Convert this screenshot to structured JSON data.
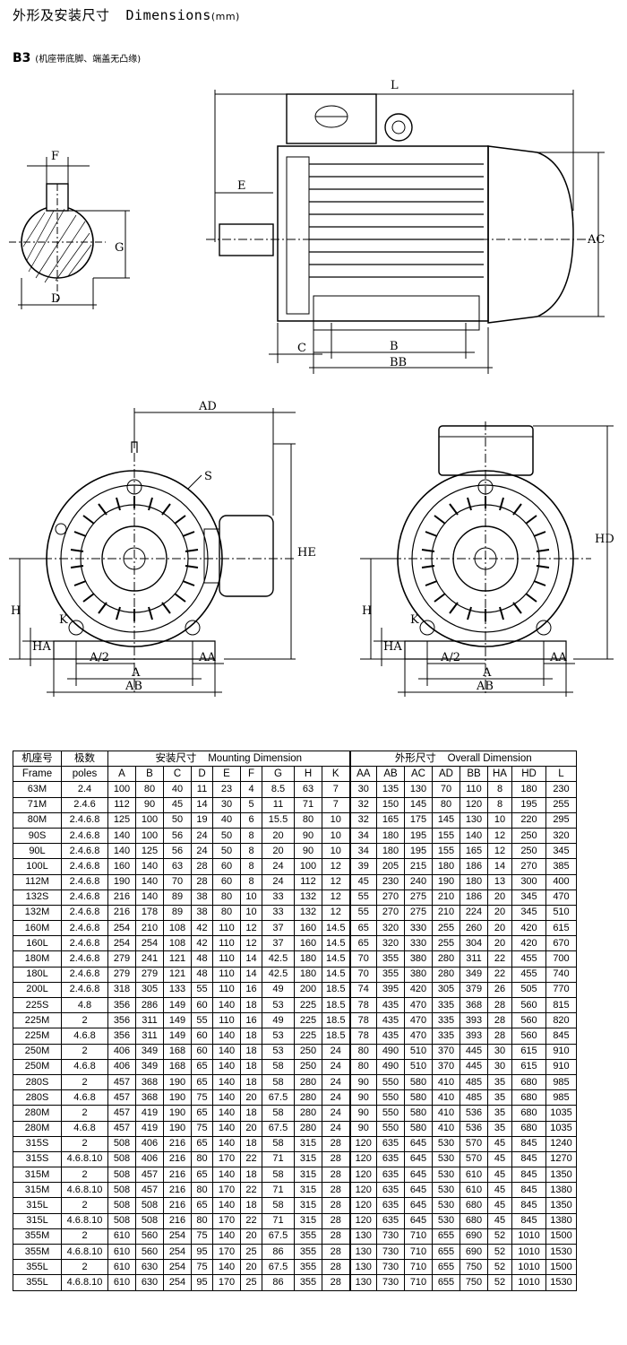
{
  "header": {
    "title_cn": "外形及安装尺寸",
    "title_en": "Dimensions",
    "unit": "(mm)"
  },
  "section": {
    "label": "B3",
    "note": "(机座带底脚、端盖无凸缘)"
  },
  "drawing_labels": {
    "shaft": [
      "F",
      "G",
      "D"
    ],
    "side": [
      "L",
      "E",
      "AC",
      "C",
      "B",
      "BB"
    ],
    "front_left": [
      "AD",
      "HE",
      "H",
      "K",
      "HA",
      "A/2",
      "AA",
      "A",
      "AB",
      "S"
    ],
    "front_right": [
      "HD",
      "H",
      "K",
      "HA",
      "A/2",
      "AA",
      "A",
      "AB"
    ]
  },
  "table": {
    "group_headers": {
      "frame_cn": "机座号",
      "poles_cn": "极数",
      "mounting_cn": "安装尺寸",
      "mounting_en": "Mounting Dimension",
      "overall_cn": "外形尺寸",
      "overall_en": "Overall Dimension",
      "frame_en": "Frame",
      "poles_en": "poles"
    },
    "columns": [
      "A",
      "B",
      "C",
      "D",
      "E",
      "F",
      "G",
      "H",
      "K",
      "AA",
      "AB",
      "AC",
      "AD",
      "BB",
      "HA",
      "HD",
      "L"
    ],
    "rows": [
      [
        "63M",
        "2.4",
        "100",
        "80",
        "40",
        "11",
        "23",
        "4",
        "8.5",
        "63",
        "7",
        "30",
        "135",
        "130",
        "70",
        "110",
        "8",
        "180",
        "230"
      ],
      [
        "71M",
        "2.4.6",
        "112",
        "90",
        "45",
        "14",
        "30",
        "5",
        "11",
        "71",
        "7",
        "32",
        "150",
        "145",
        "80",
        "120",
        "8",
        "195",
        "255"
      ],
      [
        "80M",
        "2.4.6.8",
        "125",
        "100",
        "50",
        "19",
        "40",
        "6",
        "15.5",
        "80",
        "10",
        "32",
        "165",
        "175",
        "145",
        "130",
        "10",
        "220",
        "295"
      ],
      [
        "90S",
        "2.4.6.8",
        "140",
        "100",
        "56",
        "24",
        "50",
        "8",
        "20",
        "90",
        "10",
        "34",
        "180",
        "195",
        "155",
        "140",
        "12",
        "250",
        "320"
      ],
      [
        "90L",
        "2.4.6.8",
        "140",
        "125",
        "56",
        "24",
        "50",
        "8",
        "20",
        "90",
        "10",
        "34",
        "180",
        "195",
        "155",
        "165",
        "12",
        "250",
        "345"
      ],
      [
        "100L",
        "2.4.6.8",
        "160",
        "140",
        "63",
        "28",
        "60",
        "8",
        "24",
        "100",
        "12",
        "39",
        "205",
        "215",
        "180",
        "186",
        "14",
        "270",
        "385"
      ],
      [
        "112M",
        "2.4.6.8",
        "190",
        "140",
        "70",
        "28",
        "60",
        "8",
        "24",
        "112",
        "12",
        "45",
        "230",
        "240",
        "190",
        "180",
        "13",
        "300",
        "400"
      ],
      [
        "132S",
        "2.4.6.8",
        "216",
        "140",
        "89",
        "38",
        "80",
        "10",
        "33",
        "132",
        "12",
        "55",
        "270",
        "275",
        "210",
        "186",
        "20",
        "345",
        "470"
      ],
      [
        "132M",
        "2.4.6.8",
        "216",
        "178",
        "89",
        "38",
        "80",
        "10",
        "33",
        "132",
        "12",
        "55",
        "270",
        "275",
        "210",
        "224",
        "20",
        "345",
        "510"
      ],
      [
        "160M",
        "2.4.6.8",
        "254",
        "210",
        "108",
        "42",
        "110",
        "12",
        "37",
        "160",
        "14.5",
        "65",
        "320",
        "330",
        "255",
        "260",
        "20",
        "420",
        "615"
      ],
      [
        "160L",
        "2.4.6.8",
        "254",
        "254",
        "108",
        "42",
        "110",
        "12",
        "37",
        "160",
        "14.5",
        "65",
        "320",
        "330",
        "255",
        "304",
        "20",
        "420",
        "670"
      ],
      [
        "180M",
        "2.4.6.8",
        "279",
        "241",
        "121",
        "48",
        "110",
        "14",
        "42.5",
        "180",
        "14.5",
        "70",
        "355",
        "380",
        "280",
        "311",
        "22",
        "455",
        "700"
      ],
      [
        "180L",
        "2.4.6.8",
        "279",
        "279",
        "121",
        "48",
        "110",
        "14",
        "42.5",
        "180",
        "14.5",
        "70",
        "355",
        "380",
        "280",
        "349",
        "22",
        "455",
        "740"
      ],
      [
        "200L",
        "2.4.6.8",
        "318",
        "305",
        "133",
        "55",
        "110",
        "16",
        "49",
        "200",
        "18.5",
        "74",
        "395",
        "420",
        "305",
        "379",
        "26",
        "505",
        "770"
      ],
      [
        "225S",
        "4.8",
        "356",
        "286",
        "149",
        "60",
        "140",
        "18",
        "53",
        "225",
        "18.5",
        "78",
        "435",
        "470",
        "335",
        "368",
        "28",
        "560",
        "815"
      ],
      [
        "225M",
        "2",
        "356",
        "311",
        "149",
        "55",
        "110",
        "16",
        "49",
        "225",
        "18.5",
        "78",
        "435",
        "470",
        "335",
        "393",
        "28",
        "560",
        "820"
      ],
      [
        "225M",
        "4.6.8",
        "356",
        "311",
        "149",
        "60",
        "140",
        "18",
        "53",
        "225",
        "18.5",
        "78",
        "435",
        "470",
        "335",
        "393",
        "28",
        "560",
        "845"
      ],
      [
        "250M",
        "2",
        "406",
        "349",
        "168",
        "60",
        "140",
        "18",
        "53",
        "250",
        "24",
        "80",
        "490",
        "510",
        "370",
        "445",
        "30",
        "615",
        "910"
      ],
      [
        "250M",
        "4.6.8",
        "406",
        "349",
        "168",
        "65",
        "140",
        "18",
        "58",
        "250",
        "24",
        "80",
        "490",
        "510",
        "370",
        "445",
        "30",
        "615",
        "910"
      ],
      [
        "280S",
        "2",
        "457",
        "368",
        "190",
        "65",
        "140",
        "18",
        "58",
        "280",
        "24",
        "90",
        "550",
        "580",
        "410",
        "485",
        "35",
        "680",
        "985"
      ],
      [
        "280S",
        "4.6.8",
        "457",
        "368",
        "190",
        "75",
        "140",
        "20",
        "67.5",
        "280",
        "24",
        "90",
        "550",
        "580",
        "410",
        "485",
        "35",
        "680",
        "985"
      ],
      [
        "280M",
        "2",
        "457",
        "419",
        "190",
        "65",
        "140",
        "18",
        "58",
        "280",
        "24",
        "90",
        "550",
        "580",
        "410",
        "536",
        "35",
        "680",
        "1035"
      ],
      [
        "280M",
        "4.6.8",
        "457",
        "419",
        "190",
        "75",
        "140",
        "20",
        "67.5",
        "280",
        "24",
        "90",
        "550",
        "580",
        "410",
        "536",
        "35",
        "680",
        "1035"
      ],
      [
        "315S",
        "2",
        "508",
        "406",
        "216",
        "65",
        "140",
        "18",
        "58",
        "315",
        "28",
        "120",
        "635",
        "645",
        "530",
        "570",
        "45",
        "845",
        "1240"
      ],
      [
        "315S",
        "4.6.8.10",
        "508",
        "406",
        "216",
        "80",
        "170",
        "22",
        "71",
        "315",
        "28",
        "120",
        "635",
        "645",
        "530",
        "570",
        "45",
        "845",
        "1270"
      ],
      [
        "315M",
        "2",
        "508",
        "457",
        "216",
        "65",
        "140",
        "18",
        "58",
        "315",
        "28",
        "120",
        "635",
        "645",
        "530",
        "610",
        "45",
        "845",
        "1350"
      ],
      [
        "315M",
        "4.6.8.10",
        "508",
        "457",
        "216",
        "80",
        "170",
        "22",
        "71",
        "315",
        "28",
        "120",
        "635",
        "645",
        "530",
        "610",
        "45",
        "845",
        "1380"
      ],
      [
        "315L",
        "2",
        "508",
        "508",
        "216",
        "65",
        "140",
        "18",
        "58",
        "315",
        "28",
        "120",
        "635",
        "645",
        "530",
        "680",
        "45",
        "845",
        "1350"
      ],
      [
        "315L",
        "4.6.8.10",
        "508",
        "508",
        "216",
        "80",
        "170",
        "22",
        "71",
        "315",
        "28",
        "120",
        "635",
        "645",
        "530",
        "680",
        "45",
        "845",
        "1380"
      ],
      [
        "355M",
        "2",
        "610",
        "560",
        "254",
        "75",
        "140",
        "20",
        "67.5",
        "355",
        "28",
        "130",
        "730",
        "710",
        "655",
        "690",
        "52",
        "1010",
        "1500"
      ],
      [
        "355M",
        "4.6.8.10",
        "610",
        "560",
        "254",
        "95",
        "170",
        "25",
        "86",
        "355",
        "28",
        "130",
        "730",
        "710",
        "655",
        "690",
        "52",
        "1010",
        "1530"
      ],
      [
        "355L",
        "2",
        "610",
        "630",
        "254",
        "75",
        "140",
        "20",
        "67.5",
        "355",
        "28",
        "130",
        "730",
        "710",
        "655",
        "750",
        "52",
        "1010",
        "1500"
      ],
      [
        "355L",
        "4.6.8.10",
        "610",
        "630",
        "254",
        "95",
        "170",
        "25",
        "86",
        "355",
        "28",
        "130",
        "730",
        "710",
        "655",
        "750",
        "52",
        "1010",
        "1530"
      ]
    ]
  }
}
